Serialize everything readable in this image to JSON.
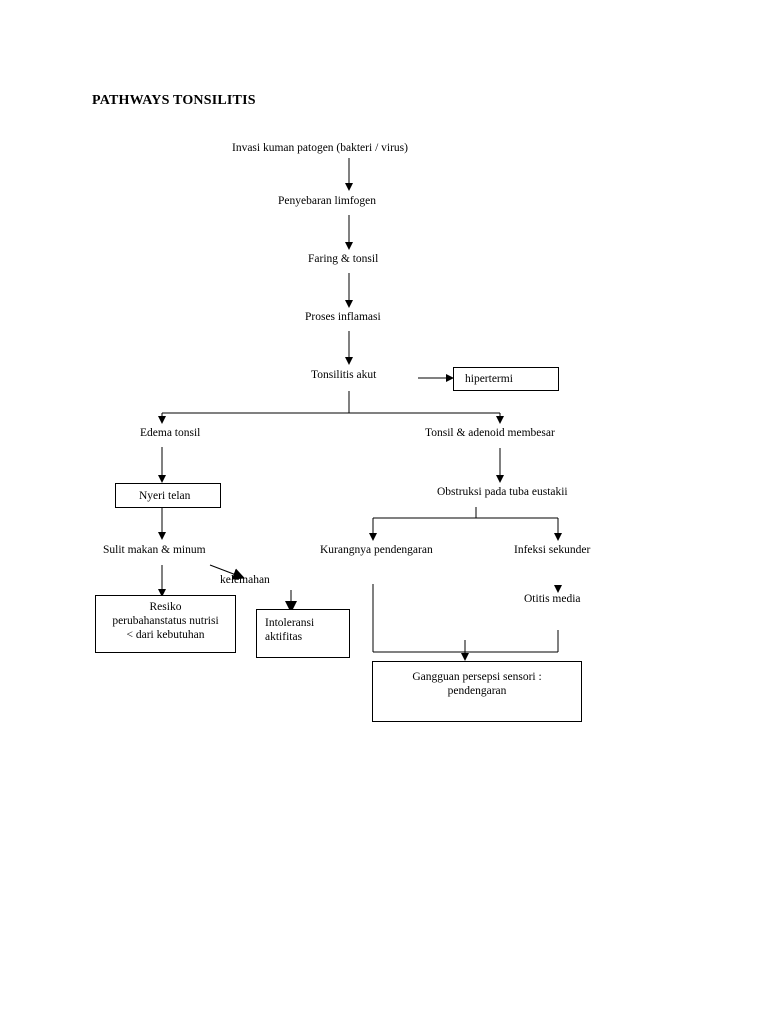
{
  "title": "PATHWAYS TONSILITIS",
  "nodes": {
    "invasi": "Invasi kuman patogen (bakteri / virus)",
    "penyebaran": "Penyebaran limfogen",
    "faring": "Faring & tonsil",
    "proses": "Proses inflamasi",
    "tonsilitis": "Tonsilitis akut",
    "hipertermi": "hipertermi",
    "edema": "Edema tonsil",
    "tonsil_adenoid": "Tonsil & adenoid membesar",
    "nyeri": "Nyeri telan",
    "obstruksi": "Obstruksi pada tuba eustakii",
    "sulit": "Sulit makan  & minum",
    "kurangnya": "Kurangnya pendengaran",
    "infeksi": "Infeksi sekunder",
    "kelemahan": "kelemahan",
    "otitis": "Otitis media",
    "resiko_l1": "Resiko",
    "resiko_l2": "perubahanstatus nutrisi",
    "resiko_l3": "< dari kebutuhan",
    "intoleransi_l1": "Intoleransi",
    "intoleransi_l2": "aktifitas",
    "gangguan_l1": "Gangguan persepsi sensori :",
    "gangguan_l2": "pendengaran"
  }
}
